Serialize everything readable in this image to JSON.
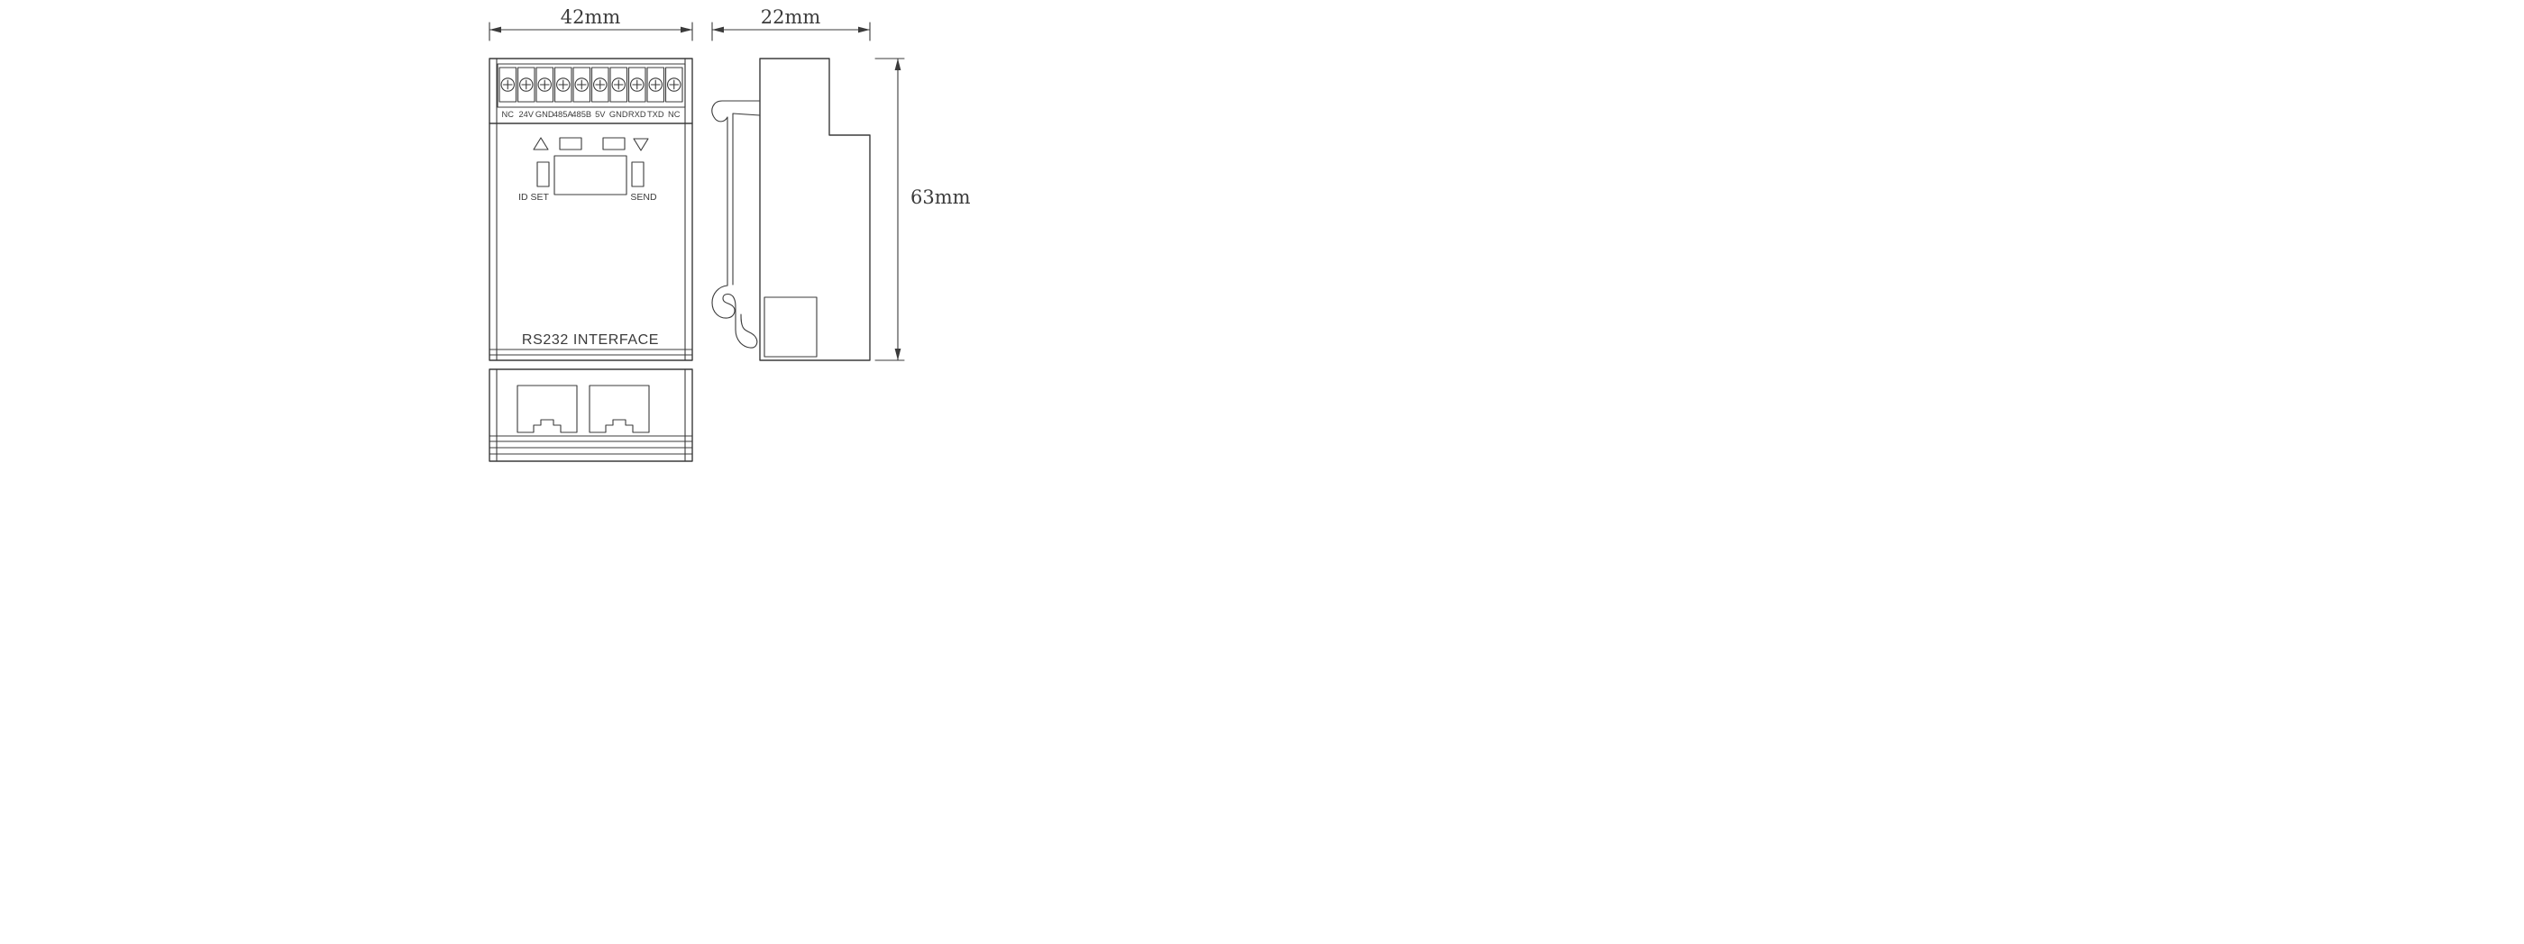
{
  "page": {
    "background": "#ffffff",
    "line_color": "#3b3b3b"
  },
  "dimensions": {
    "front_width": "42mm",
    "side_depth": "22mm",
    "height": "63mm"
  },
  "front_view": {
    "terminal_labels": [
      "NC",
      "24V",
      "GND",
      "485A",
      "485B",
      "5V",
      "GND",
      "RXD",
      "TXD",
      "NC"
    ],
    "id_set_label": "ID SET",
    "send_label": "SEND",
    "title": "RS232 INTERFACE"
  }
}
